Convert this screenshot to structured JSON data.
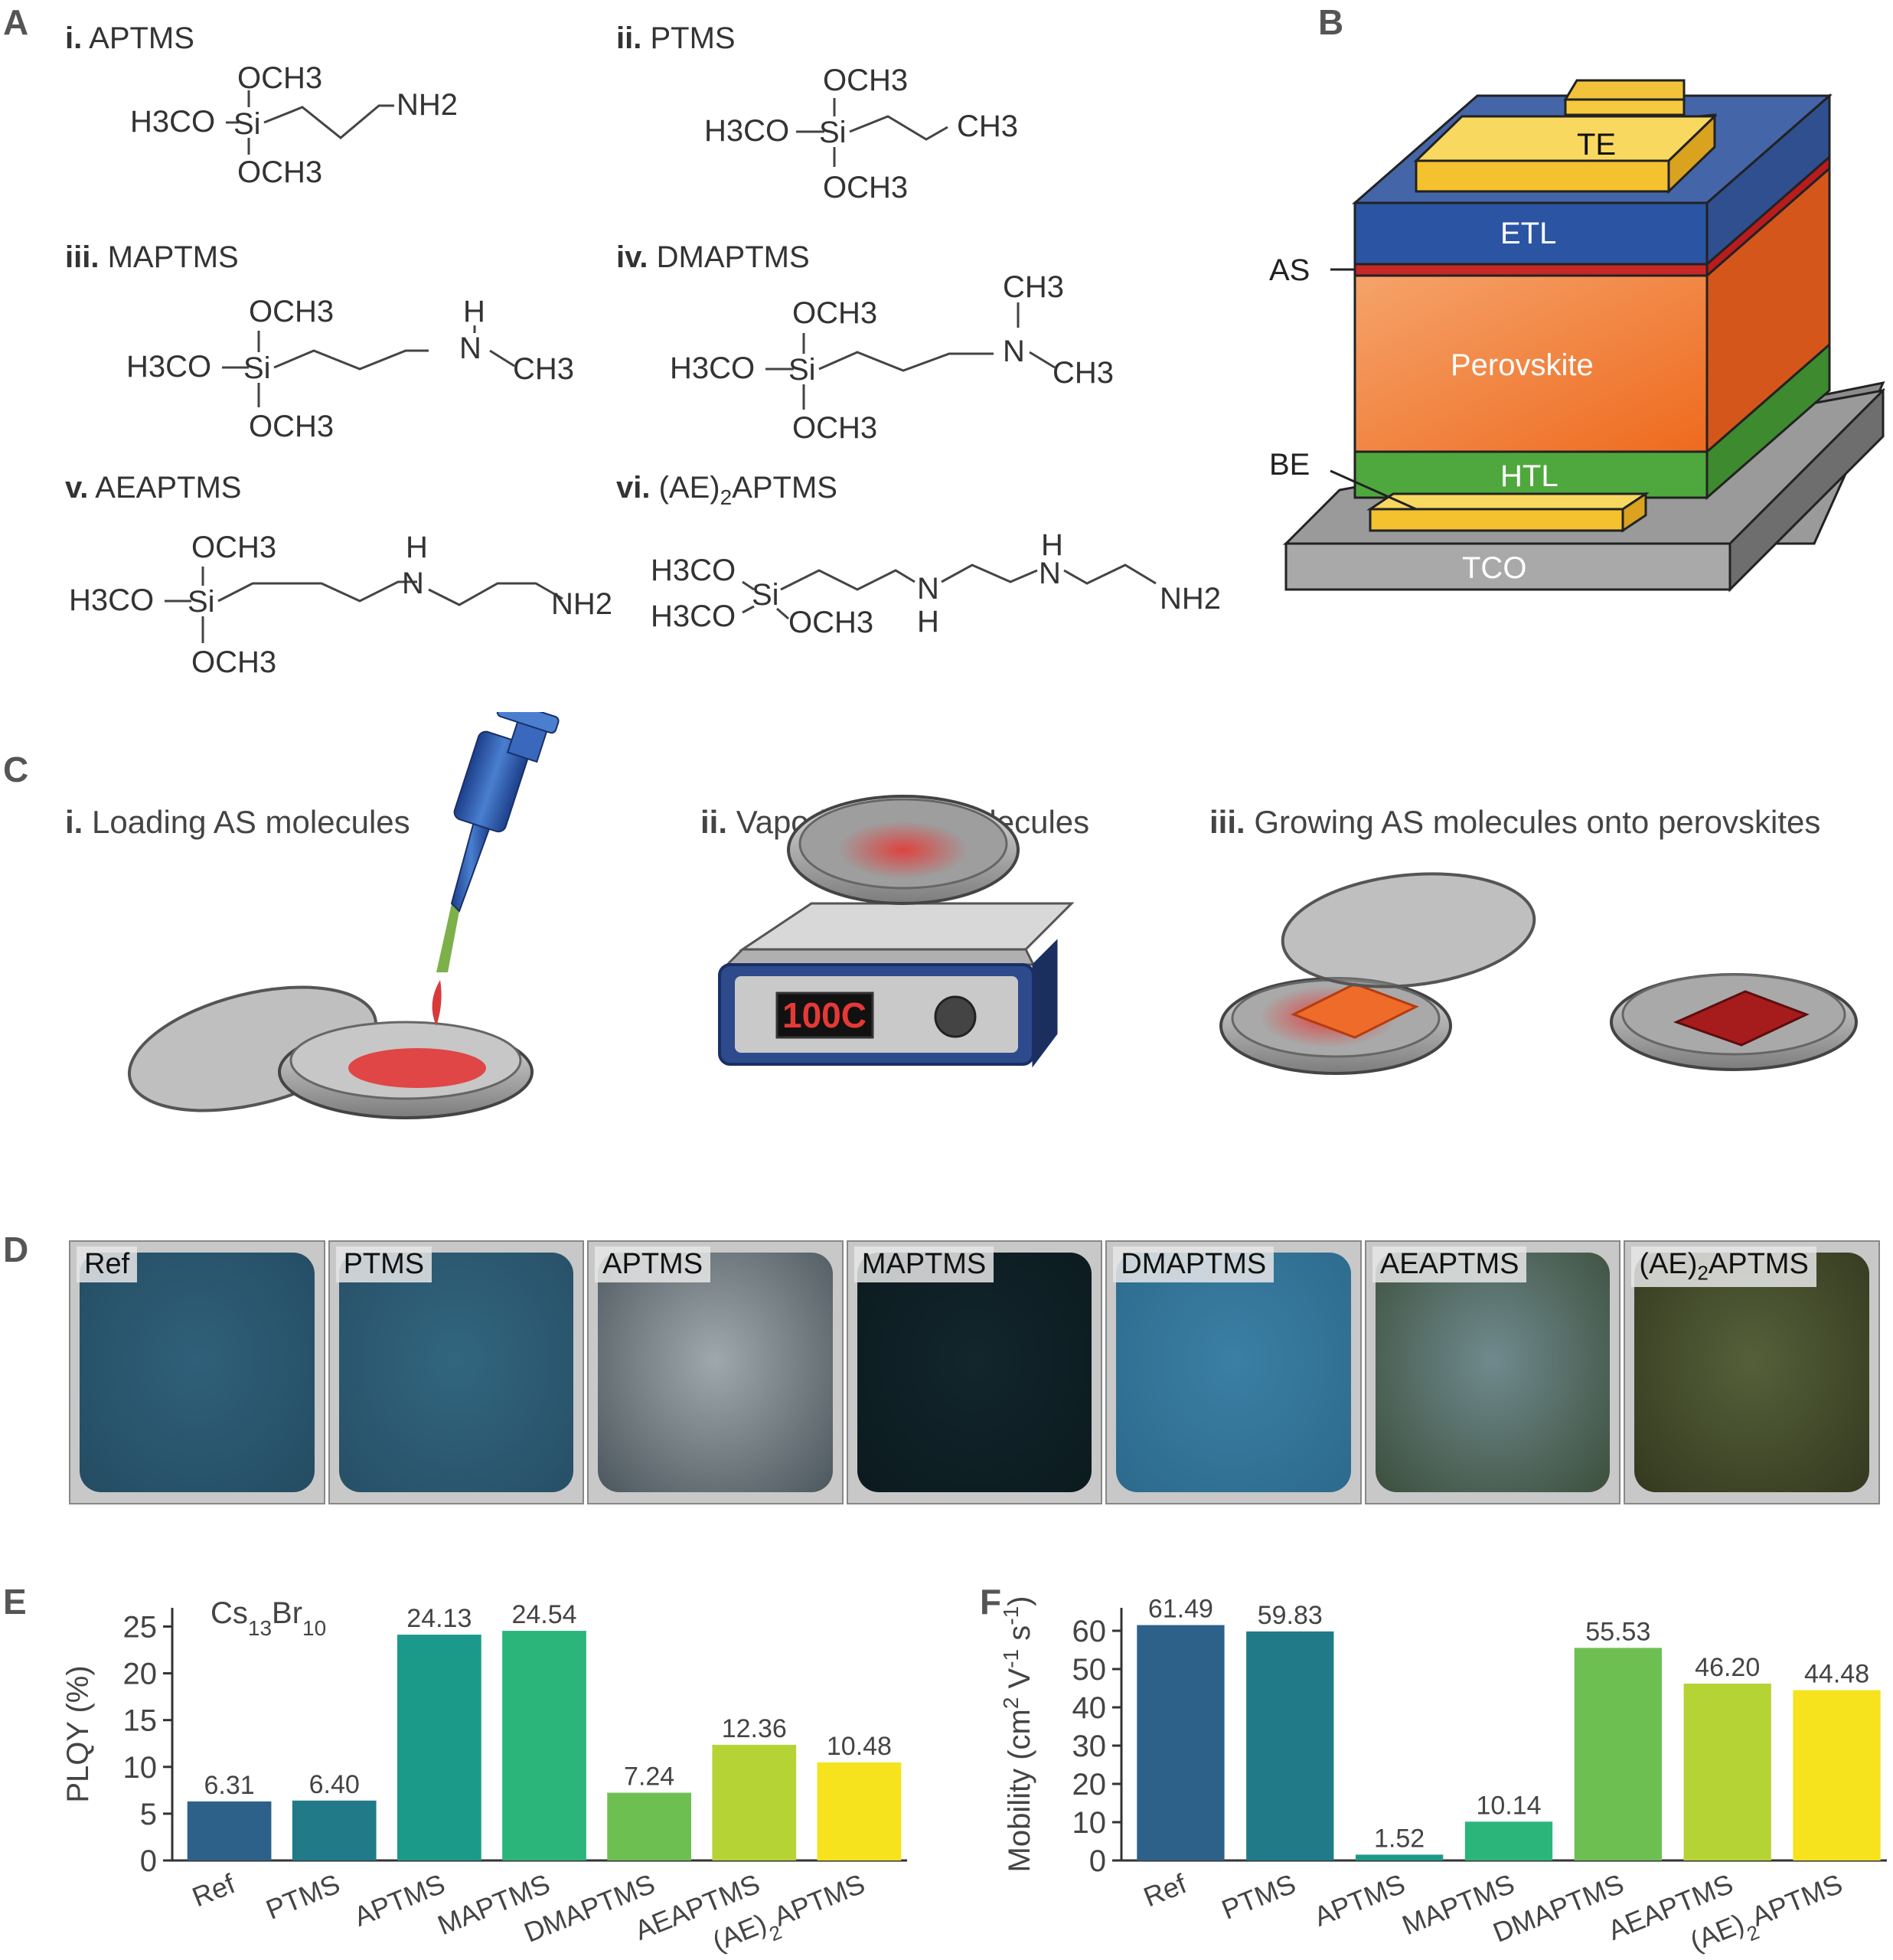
{
  "panels": {
    "a": "A",
    "b": "B",
    "c": "C",
    "d": "D",
    "e": "E",
    "f": "F"
  },
  "molecules": [
    {
      "num": "i.",
      "name": "APTMS"
    },
    {
      "num": "ii.",
      "name": "PTMS"
    },
    {
      "num": "iii.",
      "name": "MAPTMS"
    },
    {
      "num": "iv.",
      "name": "DMAPTMS"
    },
    {
      "num": "v.",
      "name": "AEAPTMS"
    },
    {
      "num": "vi.",
      "name": "(AE)2APTMS"
    }
  ],
  "structure_labels": {
    "och3": "OCH3",
    "h3co": "H3CO",
    "si": "Si",
    "nh2": "NH2",
    "ch3": "CH3",
    "n": "N",
    "h": "H"
  },
  "device_stack": {
    "te": "TE",
    "etl": "ETL",
    "as": "AS",
    "perovskite": "Perovskite",
    "be": "BE",
    "htl": "HTL",
    "tco": "TCO"
  },
  "process_steps": [
    {
      "num": "i.",
      "text": "Loading AS molecules"
    },
    {
      "num": "ii.",
      "text": "Vaporizing AS molecules"
    },
    {
      "num": "iii.",
      "text": "Growing AS molecules onto perovskites"
    }
  ],
  "hotplate_display": "100C",
  "photos": [
    "Ref",
    "PTMS",
    "APTMS",
    "MAPTMS",
    "DMAPTMS",
    "AEAPTMS",
    "(AE)2APTMS"
  ],
  "colors": {
    "series": [
      "#2e6189",
      "#217a87",
      "#1b9a8a",
      "#2bb57a",
      "#6dbf52",
      "#b6d335",
      "#f6e21d"
    ]
  },
  "chart_data": [
    {
      "type": "bar",
      "panel": "E",
      "annotation": "Cs13Br10",
      "categories": [
        "Ref",
        "PTMS",
        "APTMS",
        "MAPTMS",
        "DMAPTMS",
        "AEAPTMS",
        "(AE)2APTMS"
      ],
      "values": [
        6.31,
        6.4,
        24.13,
        24.54,
        7.24,
        12.36,
        10.48
      ],
      "value_labels": [
        "6.31",
        "6.40",
        "24.13",
        "24.54",
        "7.24",
        "12.36",
        "10.48"
      ],
      "ylabel": "PLQY (%)",
      "ylim": [
        0,
        27
      ],
      "yticks": [
        0,
        5,
        10,
        15,
        20,
        25
      ],
      "grid": false
    },
    {
      "type": "bar",
      "panel": "F",
      "categories": [
        "Ref",
        "PTMS",
        "APTMS",
        "MAPTMS",
        "DMAPTMS",
        "AEAPTMS",
        "(AE)2APTMS"
      ],
      "values": [
        61.49,
        59.83,
        1.52,
        10.14,
        55.53,
        46.2,
        44.48
      ],
      "value_labels": [
        "61.49",
        "59.83",
        "1.52",
        "10.14",
        "55.53",
        "46.20",
        "44.48"
      ],
      "ylabel": "Mobility (cm2 V-1 s-1)",
      "ylim": [
        0,
        66
      ],
      "yticks": [
        0,
        10,
        20,
        30,
        40,
        50,
        60
      ],
      "grid": false
    }
  ]
}
